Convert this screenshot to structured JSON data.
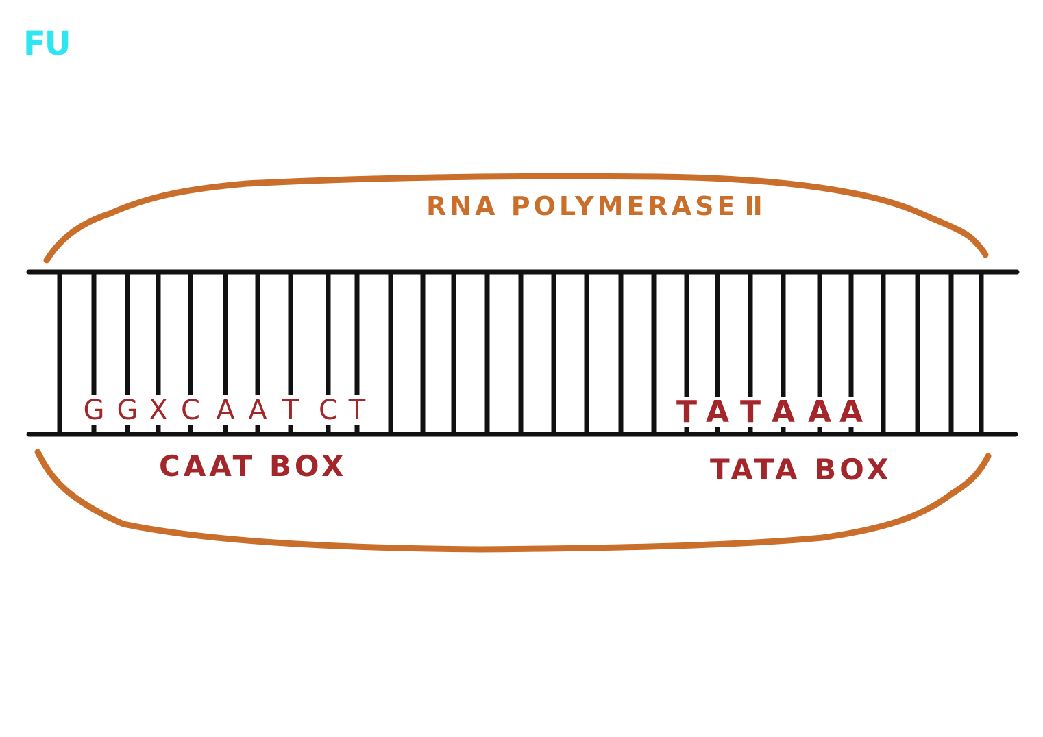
{
  "logo": "FU",
  "enzyme": {
    "label": "RNA POLYMERASE",
    "numeral": "II",
    "color": "#c96f2b"
  },
  "dna": {
    "strand_color": "#111111",
    "rung_count": 29,
    "caat_sequence": [
      "G",
      "G",
      "X",
      "C",
      "A",
      "A",
      "T",
      "C",
      "T"
    ],
    "tata_sequence": [
      "T",
      "A",
      "T",
      "A",
      "A",
      "A"
    ]
  },
  "labels": {
    "caat_box": "CAAT BOX",
    "tata_box": "TATA BOX",
    "color": "#a2262a"
  }
}
